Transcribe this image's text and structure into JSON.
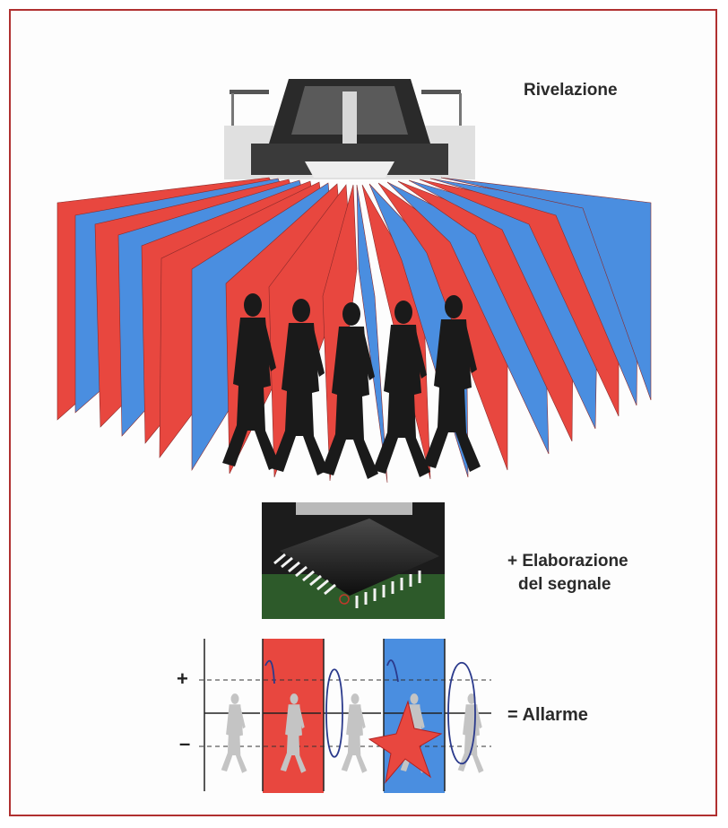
{
  "labels": {
    "detection": "Rivelazione",
    "processing_line1": "+ Elaborazione",
    "processing_line2": "del segnale",
    "alarm": "= Allarme",
    "plus": "+",
    "minus": "–"
  },
  "colors": {
    "red_zone": "#e8473f",
    "blue_zone": "#4a8ee0",
    "frame": "#b03030",
    "figure": "#1a1a1a",
    "ghost_figure": "#c4c4c4",
    "wave": "#2b3a8c"
  },
  "walker_count": 5,
  "ghost_walker_count": 5
}
